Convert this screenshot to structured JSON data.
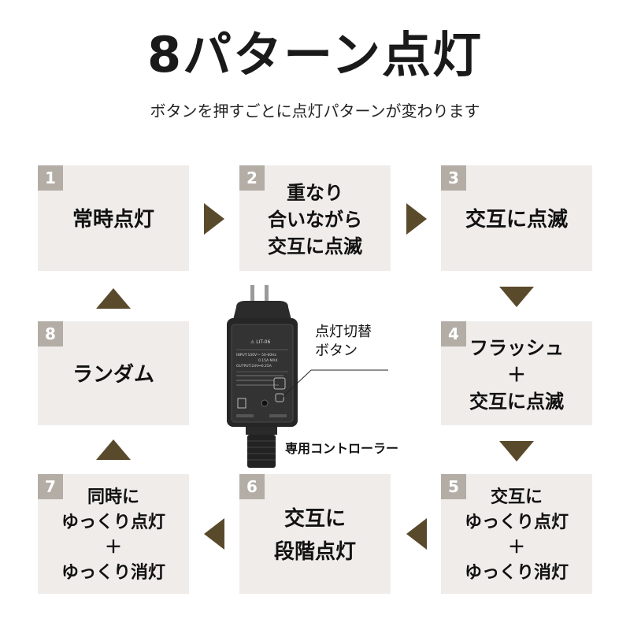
{
  "header": {
    "title": "8パターン点灯",
    "subtitle": "ボタンを押すごとに点灯パターンが変わります"
  },
  "patterns": [
    {
      "num": "1",
      "label": "常時点灯"
    },
    {
      "num": "2",
      "label": "重なり\n合いながら\n交互に点滅"
    },
    {
      "num": "3",
      "label": "交互に点滅"
    },
    {
      "num": "4",
      "label": "フラッシュ\n＋\n交互に点滅"
    },
    {
      "num": "5",
      "label": "交互に\nゆっくり点灯\n＋\nゆっくり消灯"
    },
    {
      "num": "6",
      "label": "交互に\n段階点灯"
    },
    {
      "num": "7",
      "label": "同時に\nゆっくり点灯\n＋\nゆっくり消灯"
    },
    {
      "num": "8",
      "label": "ランダム"
    }
  ],
  "controller": {
    "callout": "点灯切替\nボタン",
    "label": "専用コントローラー",
    "model": "LIT-06",
    "specs": [
      "INPUT:100V〜 50-60Hz",
      "0.15A MAX",
      "OUTPUT:24V⎓0.25A"
    ]
  },
  "colors": {
    "box_bg": "#efecea",
    "number_bg": "#b3ada6",
    "arrow": "#5a4a2c"
  }
}
